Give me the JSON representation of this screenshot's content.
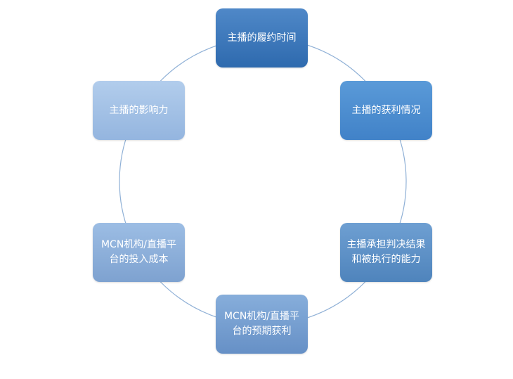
{
  "diagram": {
    "ring_color": "#8fb0d6",
    "nodes": [
      {
        "label": "主播的履约时间",
        "color_top": "#4f88c8",
        "color_bottom": "#2e6aae"
      },
      {
        "label": "主播的获利情况",
        "color_top": "#5a9ad8",
        "color_bottom": "#4182c8"
      },
      {
        "label": "主播承担判决结果和被执行的能力",
        "color_top": "#6e9fd2",
        "color_bottom": "#4f84bc"
      },
      {
        "label": "MCN机构/直播平台的预期获利",
        "color_top": "#87aedb",
        "color_bottom": "#6690c6"
      },
      {
        "label": "MCN机构/直播平台的投入成本",
        "color_top": "#9cbde4",
        "color_bottom": "#7ea2d0"
      },
      {
        "label": "主播的影响力",
        "color_top": "#b2cdec",
        "color_bottom": "#94b5df"
      }
    ]
  }
}
